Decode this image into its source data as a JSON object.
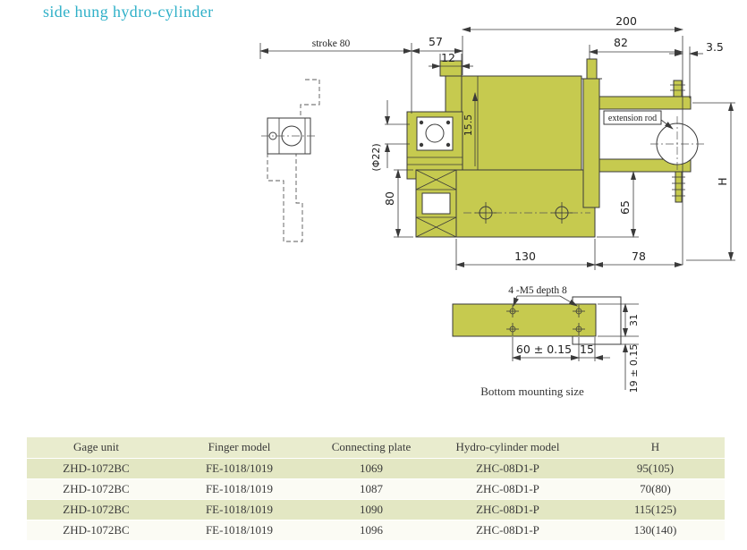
{
  "title": "side hung hydro-cylinder",
  "drawing": {
    "labels": {
      "stroke": "stroke 80",
      "d57": "57",
      "d12": "12",
      "d200": "200",
      "d82": "82",
      "d3_5": "3.5",
      "d15_5": "15.5",
      "phi22": "(Φ22)",
      "d80": "80",
      "d65": "65",
      "h": "H",
      "d130": "130",
      "d78": "78",
      "extension_rod": "extension rod"
    },
    "bottom_view": {
      "holes": "4 -M5 depth 8",
      "d31": "31",
      "d60": "60 ± 0.15",
      "d15": "15",
      "d19": "19 ± 0.15",
      "caption": "Bottom mounting size"
    }
  },
  "colors": {
    "accent": "#2fb0c8",
    "part_fill": "#c6ca4f",
    "line": "#3a3a3a",
    "table_header_bg": "#e9ecce",
    "table_row_alt": "#e3e7c3"
  },
  "table": {
    "headers": [
      "Gage unit",
      "Finger model",
      "Connecting plate",
      "Hydro-cylinder model",
      "H"
    ],
    "rows": [
      [
        "ZHD-1072BC",
        "FE-1018/1019",
        "1069",
        "ZHC-08D1-P",
        "95(105)"
      ],
      [
        "ZHD-1072BC",
        "FE-1018/1019",
        "1087",
        "ZHC-08D1-P",
        "70(80)"
      ],
      [
        "ZHD-1072BC",
        "FE-1018/1019",
        "1090",
        "ZHC-08D1-P",
        "115(125)"
      ],
      [
        "ZHD-1072BC",
        "FE-1018/1019",
        "1096",
        "ZHC-08D1-P",
        "130(140)"
      ]
    ]
  }
}
